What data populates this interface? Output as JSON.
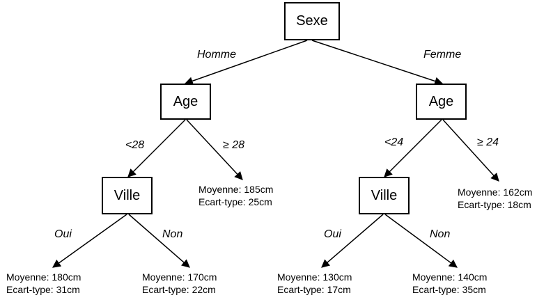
{
  "nodes": {
    "root": "Sexe",
    "age_left": "Age",
    "age_right": "Age",
    "ville_left": "Ville",
    "ville_right": "Ville"
  },
  "edge_labels": {
    "homme": "Homme",
    "femme": "Femme",
    "lt28": "<28",
    "ge28": "≥ 28",
    "lt24": "<24",
    "ge24": "≥ 24",
    "oui_left": "Oui",
    "non_left": "Non",
    "oui_right": "Oui",
    "non_right": "Non"
  },
  "leaves": {
    "ge28": {
      "mean": "Moyenne: 185cm",
      "sd": "Ecart-type: 25cm"
    },
    "ge24": {
      "mean": "Moyenne: 162cm",
      "sd": "Ecart-type: 18cm"
    },
    "ville_left_oui": {
      "mean": "Moyenne: 180cm",
      "sd": "Ecart-type: 31cm"
    },
    "ville_left_non": {
      "mean": "Moyenne: 170cm",
      "sd": "Ecart-type: 22cm"
    },
    "ville_right_oui": {
      "mean": "Moyenne: 130cm",
      "sd": "Ecart-type: 17cm"
    },
    "ville_right_non": {
      "mean": "Moyenne: 140cm",
      "sd": "Ecart-type: 35cm"
    }
  }
}
